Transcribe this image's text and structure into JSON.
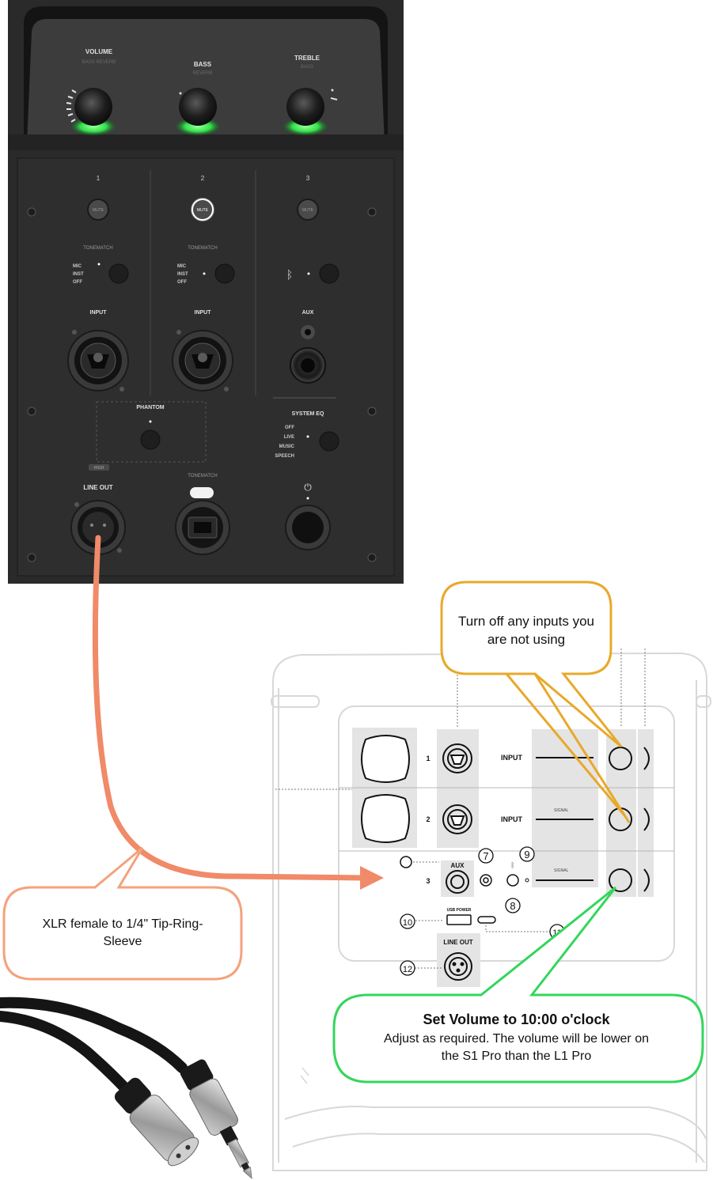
{
  "l1_panel": {
    "knob_labels": [
      "VOLUME",
      "BASS",
      "TREBLE"
    ],
    "knob_sublabels": [
      "BASS REVERB",
      "REVERB",
      "BASS"
    ],
    "channel_numbers": [
      "1",
      "2",
      "3"
    ],
    "mute_label": "MUTE",
    "tonematch_label": "TONEMATCH",
    "mic_inst_off": [
      "MIC",
      "INST",
      "OFF"
    ],
    "input_label": "INPUT",
    "aux_label": "AUX",
    "phantom_label": "PHANTOM",
    "system_eq_label": "SYSTEM EQ",
    "system_eq_options": [
      "OFF",
      "LIVE",
      "MUSIC",
      "SPEECH"
    ],
    "line_out_label": "LINE OUT",
    "line_out_badge": "HIGH",
    "power_symbol": "⏻"
  },
  "s1_panel": {
    "channels": [
      "1",
      "2",
      "3"
    ],
    "input_label": "INPUT",
    "signal_label": "SIGNAL",
    "aux_label": "AUX",
    "usb_power_label": "USB POWER",
    "line_out_label": "LINE OUT",
    "callout_numbers": [
      "7",
      "8",
      "9",
      "10",
      "11",
      "12"
    ]
  },
  "callouts": {
    "inputs_off": "Turn off any inputs you are not using",
    "cable_type": "XLR female to 1/4\" Tip-Ring-Sleeve",
    "volume_title": "Set Volume to 10:00 o'clock",
    "volume_body": "Adjust as required. The volume will be lower on the S1 Pro than the L1 Pro"
  },
  "colors": {
    "orange_callout": "#f4a27c",
    "orange_arrow": "#f08a68",
    "yellow_callout": "#e8a92a",
    "green_callout": "#33d65c",
    "green_glow": "#4cff6a"
  }
}
